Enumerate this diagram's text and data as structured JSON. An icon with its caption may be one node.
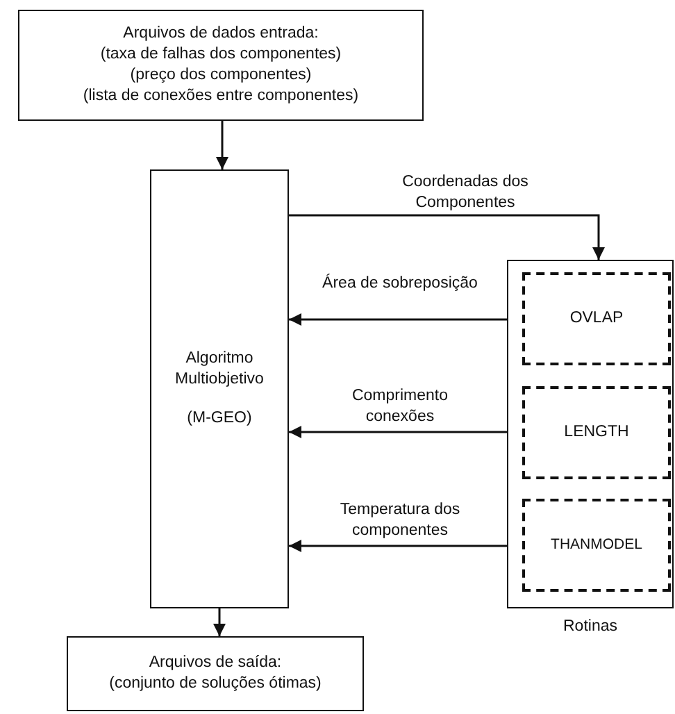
{
  "diagram": {
    "nodes": [
      {
        "text": [
          "Arquivos de dados entrada:",
          "(taxa de falhas dos componentes)",
          "(preço dos componentes)",
          "(lista de conexões entre componentes)"
        ]
      },
      {
        "text": [
          "Algoritmo Multiobjetivo",
          "(M-GEO)"
        ]
      },
      {
        "text": [],
        "beside": [
          "Rotinas"
        ],
        "shape": "box"
      },
      {
        "text": [
          "OVLAP"
        ],
        "in": 2
      },
      {
        "text": [
          "LENGTH"
        ],
        "in": 2
      },
      {
        "text": [
          "THANMODEL"
        ],
        "in": 2
      },
      {
        "text": [
          "Arquivos de saída:",
          "(conjunto de soluções ótimas)"
        ]
      }
    ],
    "edges": [
      {
        "from": 0,
        "to": 1,
        "arrow": "to"
      },
      {
        "from": 1,
        "to": 2,
        "arrow": "to",
        "label": "Coordenadas dos Componentes"
      },
      {
        "from": 2,
        "to": 1,
        "arrow": "to",
        "label": "Área de sobreposição"
      },
      {
        "from": 2,
        "to": 1,
        "arrow": "to",
        "label": "Comprimento conexões"
      },
      {
        "from": 2,
        "to": 1,
        "arrow": "to",
        "label": "Temperatura dos componentes"
      },
      {
        "from": 1,
        "to": 6,
        "arrow": "to"
      }
    ]
  }
}
